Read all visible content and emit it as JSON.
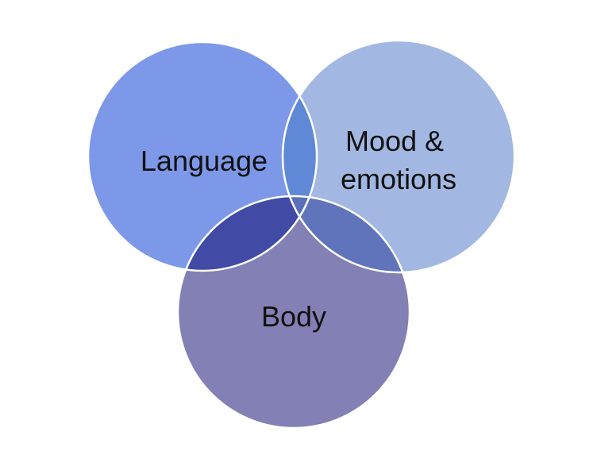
{
  "diagram": {
    "type": "venn",
    "circles": [
      {
        "id": "language",
        "lines": [
          "Language"
        ],
        "color": "#6f8de6"
      },
      {
        "id": "mood",
        "lines": [
          "Mood &",
          "emotions"
        ],
        "color": "#8ea8dc"
      },
      {
        "id": "body",
        "lines": [
          "Body"
        ],
        "color": "#5f5c9f"
      }
    ],
    "overlaps": {
      "language_mood": "#5a86d6",
      "language_body": "#3f4aa4",
      "mood_body": "#5d74bc"
    }
  }
}
